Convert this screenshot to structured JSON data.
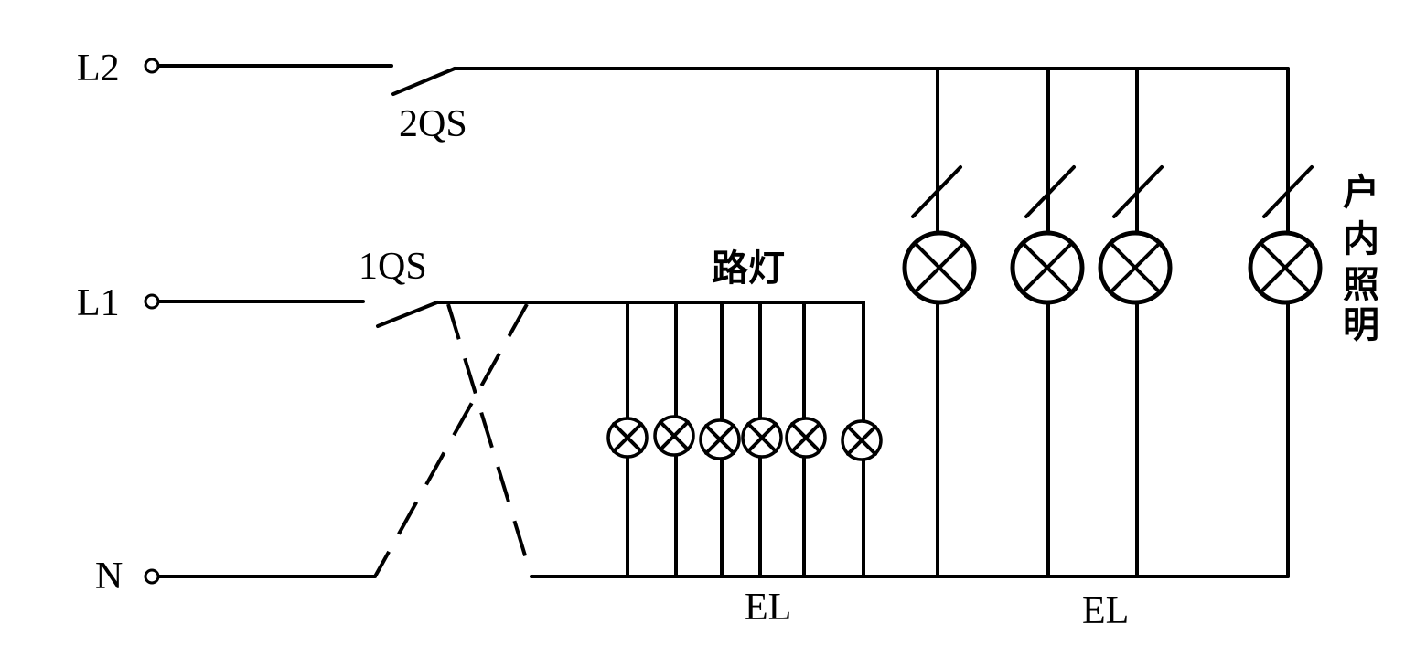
{
  "terminals": {
    "l2": "L2",
    "l1": "L1",
    "n": "N"
  },
  "switches": {
    "s2": "2QS",
    "s1": "1QS"
  },
  "street_lights_label": "路灯",
  "indoor_lighting_label": [
    "户",
    "内",
    "照",
    "明"
  ],
  "lamp_labels": {
    "street": "EL",
    "indoor": "EL"
  },
  "street_lamp_count": 6,
  "indoor_lamp_count": 4
}
